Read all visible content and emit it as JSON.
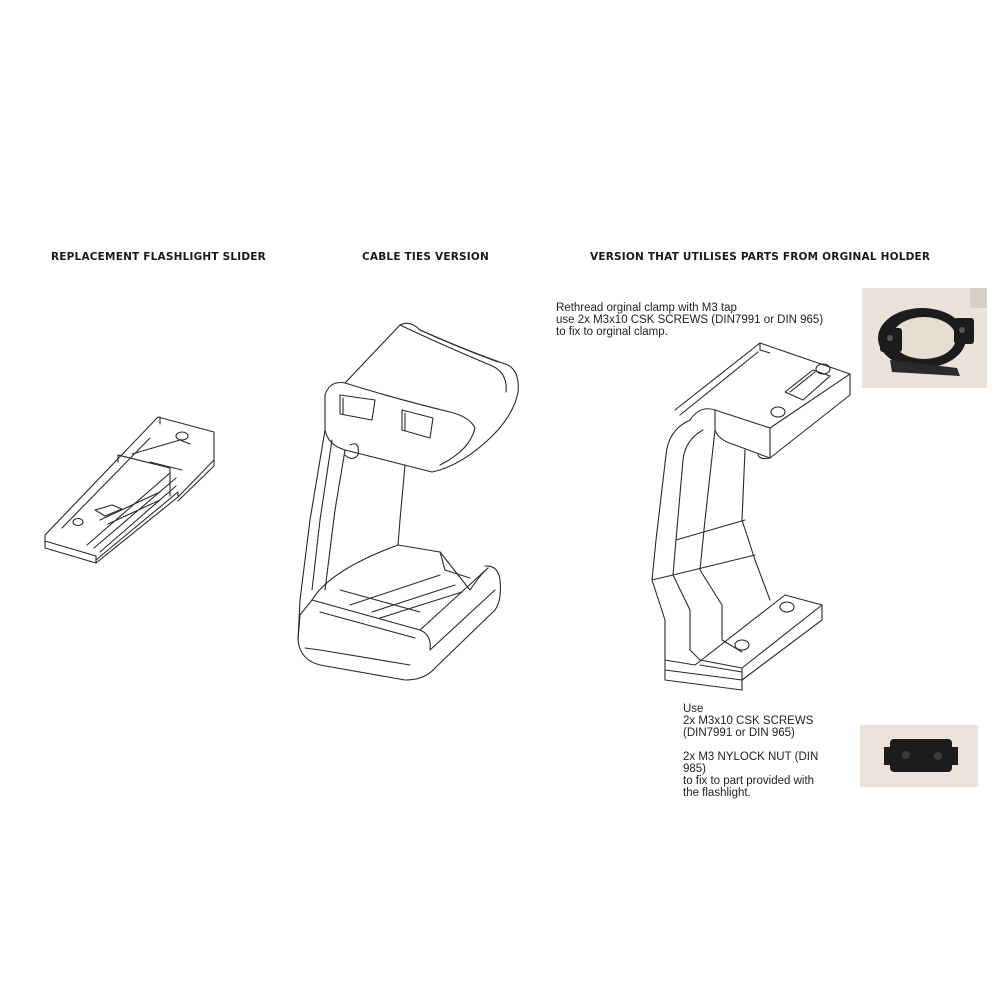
{
  "headings": {
    "slider": "REPLACEMENT FLASHLIGHT SLIDER",
    "cable_ties": "CABLE TIES VERSION",
    "original_parts": "VERSION THAT UTILISES PARTS FROM ORGINAL HOLDER"
  },
  "notes": {
    "top": "Rethread orginal clamp with M3 tap\nuse 2x M3x10 CSK SCREWS (DIN7991 or DIN 965)\nto fix to orginal clamp.",
    "bottom_use": "Use\n2x M3x10 CSK SCREWS\n(DIN7991 or DIN 965)",
    "bottom_nut": "2x M3 NYLOCK NUT (DIN\n985)\nto fix to part provided with\nthe flashlight."
  },
  "photos": {
    "clamp": "original-clamp-photo",
    "rail_part": "flashlight-rail-part-photo"
  },
  "colors": {
    "line": "#2a2a2a",
    "photo_bg": "#e7dfd5",
    "part_black": "#1c1c1e"
  }
}
